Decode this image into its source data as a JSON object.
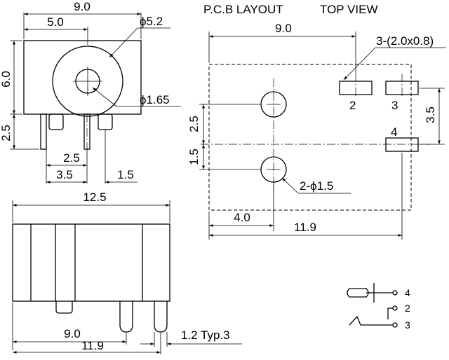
{
  "header": {
    "pcb_layout": "P.C.B LAYOUT",
    "top_view": "TOP VIEW"
  },
  "front_view": {
    "width": "9.0",
    "center_offset": "5.0",
    "outer_dia": "ϕ5.2",
    "height": "6.0",
    "pin_dia": "ϕ1.65",
    "pin_len": "2.5",
    "pin_spacing": "2.5",
    "bottom_a": "3.5",
    "bottom_b": "1.5"
  },
  "side_view": {
    "length": "12.5",
    "pin_a": "9.0",
    "pin_b": "11.9",
    "pin_width": "1.2 Typ.3"
  },
  "pcb": {
    "width": "9.0",
    "pad_size": "3-(2.0x0.8)",
    "pad_2": "2",
    "pad_3": "3",
    "pad_4": "4",
    "pad_gap": "3.5",
    "hole_gap_a": "2.5",
    "hole_gap_b": "1.5",
    "hole_dia": "2-ϕ1.5",
    "offset": "4.0",
    "length": "11.9"
  },
  "schematic": {
    "pin_4": "4",
    "pin_2": "2",
    "pin_3": "3"
  }
}
